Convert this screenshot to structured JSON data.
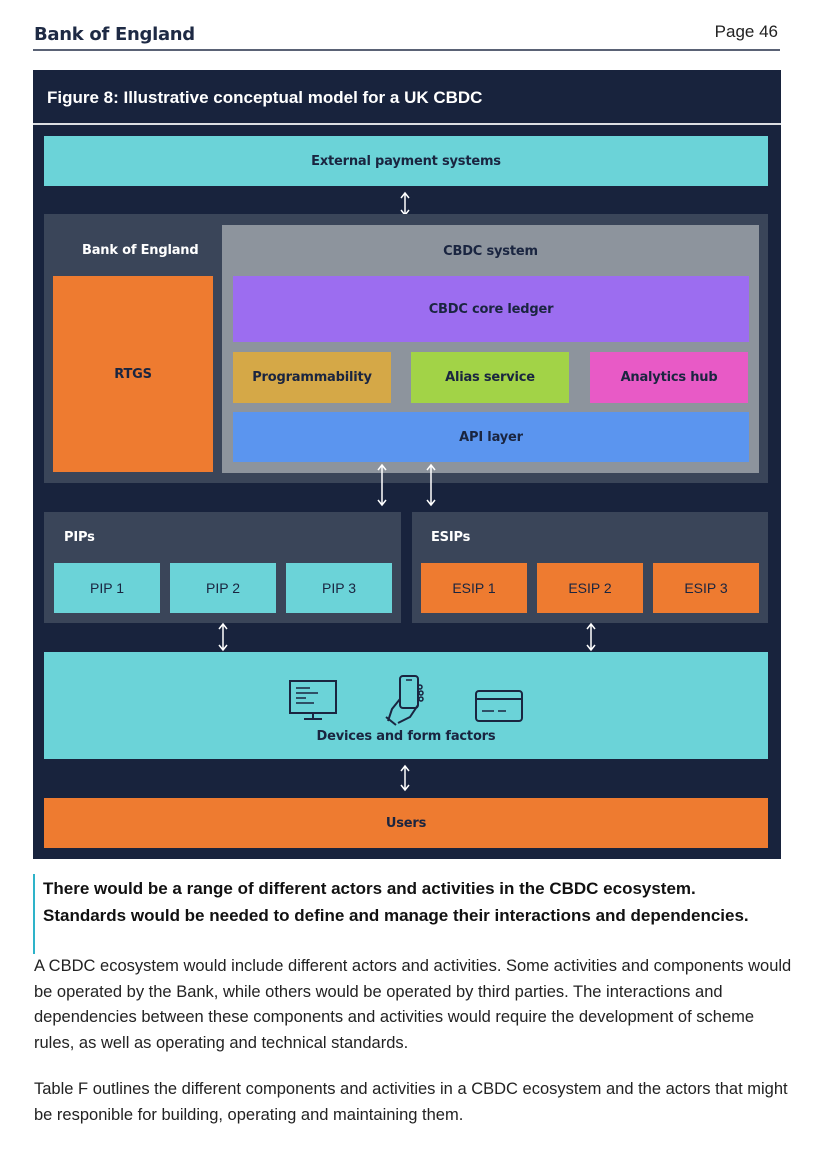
{
  "header": {
    "brand": "Bank of England",
    "page": "Page 46"
  },
  "figure": {
    "title": "Figure 8: Illustrative conceptual model for a UK CBDC",
    "external": "External payment systems",
    "boe_label": "Bank of England",
    "rtgs": "RTGS",
    "cbdc_system": "CBDC system",
    "core_ledger": "CBDC core ledger",
    "modules": [
      "Programmability",
      "Alias service",
      "Analytics hub"
    ],
    "api": "API layer",
    "pips_label": "PIPs",
    "pips": [
      "PIP 1",
      "PIP 2",
      "PIP 3"
    ],
    "esips_label": "ESIPs",
    "esips": [
      "ESIP 1",
      "ESIP 2",
      "ESIP 3"
    ],
    "devices": "Devices and form factors",
    "device_icons": [
      "monitor-icon",
      "hand-phone-icon",
      "card-icon"
    ],
    "users": "Users",
    "colors": {
      "background": "#18233d",
      "cyan": "#6bd3d8",
      "orange": "#ee7b30",
      "purple": "#9c6df0",
      "gold": "#d5a847",
      "green": "#a2d347",
      "pink": "#e85ac6",
      "blue": "#5b95ef",
      "accent_bar": "#2eb3c9"
    }
  },
  "callout": "There would be a range of different actors and activities in the CBDC ecosystem. Standards would be needed to define and manage their interactions and dependencies.",
  "paragraphs": [
    "A CBDC ecosystem would include different actors and activities. Some activities and components would be operated by the Bank, while others would be operated by third parties. The interactions and dependencies between these components and activities would require the development of scheme rules, as well as operating and technical standards.",
    "Table F outlines the different components and activities in a CBDC ecosystem and the actors that might be responible for building, operating and maintaining them."
  ]
}
